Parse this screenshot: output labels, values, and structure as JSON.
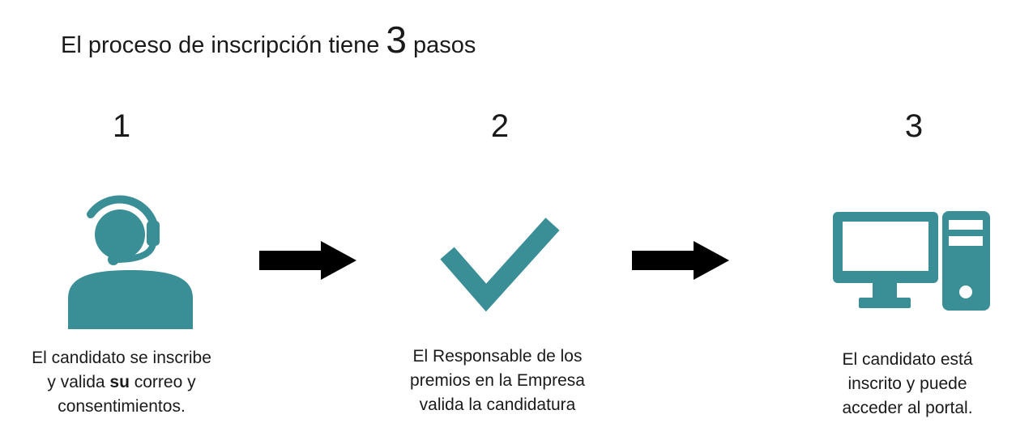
{
  "title": {
    "prefix": "El proceso de inscripción tiene ",
    "big_number": "3",
    "suffix": " pasos"
  },
  "colors": {
    "accent": "#3A8E95",
    "arrow": "#000000",
    "text": "#1A1A1A"
  },
  "steps": [
    {
      "number": "1",
      "icon": "headset-agent-icon",
      "caption": {
        "line1": "El candidato se inscribe",
        "line2_pre": "y valida ",
        "line2_bold": "su",
        "line2_post": " correo y",
        "line3": "consentimientos."
      }
    },
    {
      "number": "2",
      "icon": "checkmark-icon",
      "caption": {
        "line1": "El Responsable de los",
        "line2": "premios en la Empresa",
        "line3": "valida la candidatura"
      }
    },
    {
      "number": "3",
      "icon": "desktop-computer-icon",
      "caption": {
        "line1": "El candidato está",
        "line2": "inscrito y puede",
        "line3": "acceder al portal."
      }
    }
  ],
  "connectors": [
    {
      "icon": "arrow-right-icon"
    },
    {
      "icon": "arrow-right-icon"
    }
  ]
}
